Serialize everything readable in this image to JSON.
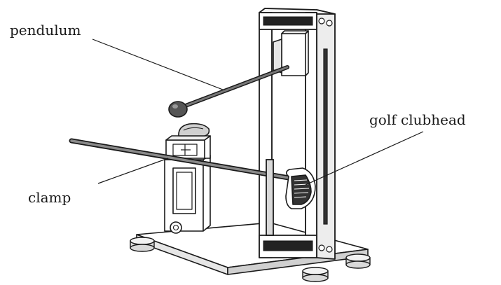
{
  "labels": {
    "pendulum": "pendulum",
    "golf_clubhead": "golf clubhead",
    "clamp": "clamp"
  },
  "colors": {
    "ink": "#1a1a1a",
    "shaft": "#555555",
    "fill_light": "#ffffff",
    "fill_shade": "#d9d9d9",
    "fill_dark": "#222222"
  }
}
